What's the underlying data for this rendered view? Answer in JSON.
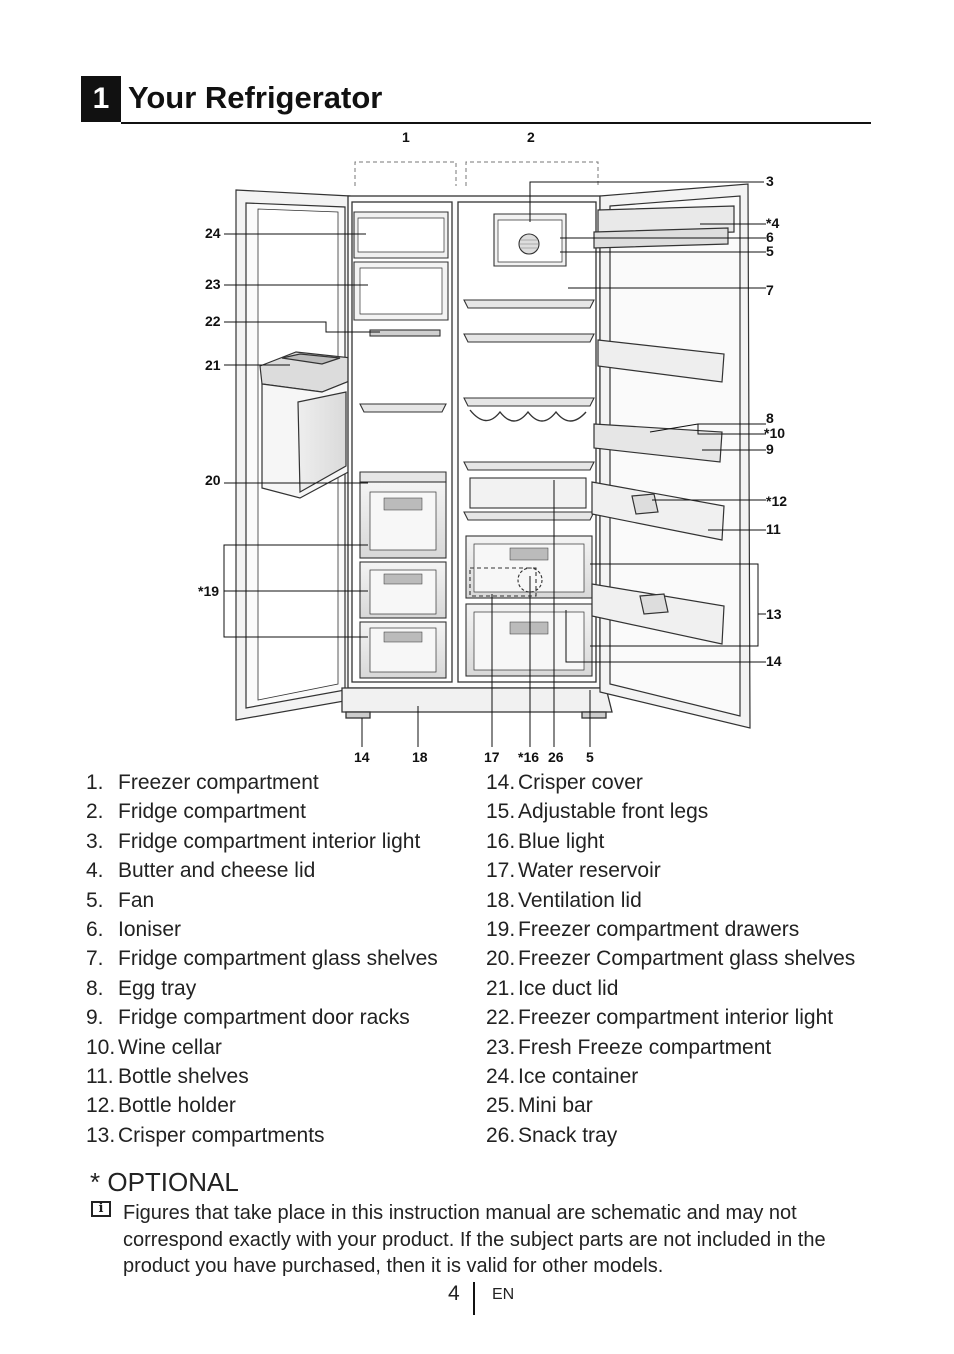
{
  "section": {
    "number": "1",
    "title": "Your Refrigerator"
  },
  "diagram": {
    "callouts": {
      "c1": "1",
      "c2": "2",
      "c3": "3",
      "c4": "*4",
      "c6": "6",
      "c5": "5",
      "c7": "7",
      "c8": "8",
      "c10": "*10",
      "c9": "9",
      "c12": "*12",
      "c11": "11",
      "c13": "13",
      "c14r": "14",
      "c24": "24",
      "c23": "23",
      "c22": "22",
      "c21": "21",
      "c20": "20",
      "c19": "*19",
      "b14": "14",
      "b18": "18",
      "b17": "17",
      "b16": "*16",
      "b26": "26",
      "b5": "5"
    }
  },
  "parts_left": [
    {
      "num": "1.",
      "text": "Freezer compartment"
    },
    {
      "num": "2.",
      "text": "Fridge compartment"
    },
    {
      "num": "3.",
      "text": "Fridge compartment interior light"
    },
    {
      "num": "4.",
      "text": "Butter and cheese lid"
    },
    {
      "num": "5.",
      "text": "Fan"
    },
    {
      "num": "6.",
      "text": "Ioniser"
    },
    {
      "num": "7.",
      "text": "Fridge compartment glass shelves"
    },
    {
      "num": "8.",
      "text": "Egg tray"
    },
    {
      "num": "9.",
      "text": "Fridge compartment door racks"
    },
    {
      "num": "10.",
      "text": "Wine cellar"
    },
    {
      "num": "11.",
      "text": "Bottle shelves"
    },
    {
      "num": "12.",
      "text": " Bottle holder"
    },
    {
      "num": "13.",
      "text": "Crisper compartments"
    }
  ],
  "parts_right": [
    {
      "num": "14.",
      "text": "Crisper cover"
    },
    {
      "num": "15.",
      "text": "Adjustable front legs"
    },
    {
      "num": "16.",
      "text": "Blue light"
    },
    {
      "num": "17.",
      "text": "Water reservoir"
    },
    {
      "num": "18.",
      "text": "Ventilation lid"
    },
    {
      "num": "19.",
      "text": "Freezer compartment drawers"
    },
    {
      "num": "20.",
      "text": "Freezer Compartment glass shelves"
    },
    {
      "num": "21.",
      "text": "Ice duct lid"
    },
    {
      "num": "22.",
      "text": "Freezer compartment interior light"
    },
    {
      "num": "23.",
      "text": "Fresh Freeze compartment"
    },
    {
      "num": "24.",
      "text": "Ice container"
    },
    {
      "num": "25.",
      "text": "Mini bar"
    },
    {
      "num": "26.",
      "text": "Snack tray"
    }
  ],
  "optional_label": "* OPTIONAL",
  "info_icon": "info-icon",
  "note": "Figures that take place in this instruction manual are schematic and may not correspond exactly with your product. If the subject parts are not included in the product you have purchased, then it is valid for other models.",
  "footer": {
    "page": "4",
    "lang": "EN"
  }
}
